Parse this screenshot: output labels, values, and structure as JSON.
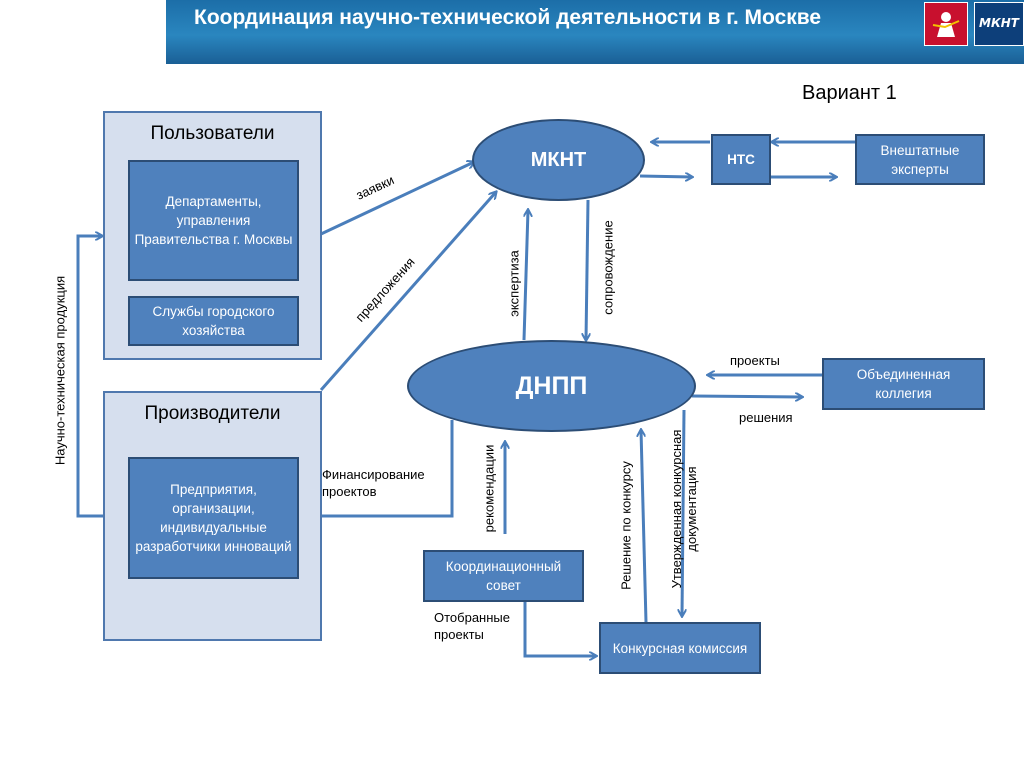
{
  "header": {
    "title": "Координация научно-технической деятельности в г. Москве",
    "logo_text": "МКНТ"
  },
  "variant": "Вариант 1",
  "groups": {
    "users": {
      "title": "Пользователи",
      "departments": "Департаменты, управления Правительства г. Москвы",
      "services": "Службы городского хозяйства"
    },
    "producers": {
      "title": "Производители",
      "enterprises": "Предприятия, организации, индивидуальные разработчики инноваций"
    }
  },
  "nodes": {
    "mknt": "МКНТ",
    "dnpp": "ДНПП",
    "nts": "НТС",
    "experts": "Внештатные эксперты",
    "collegium": "Объединенная коллегия",
    "council": "Координационный совет",
    "commission": "Конкурсная комиссия"
  },
  "labels": {
    "requests": "заявки",
    "proposals": "предложения",
    "products": "Научно-техническая продукция",
    "expertise": "экспертиза",
    "support": "сопровождение",
    "projects": "проекты",
    "decisions": "решения",
    "financing": "Финансирование проектов",
    "recommendations": "рекомендации",
    "selected": "Отобранные проекты",
    "competition_decision": "Решение по конкурсу",
    "approved_docs": "Утвержденная конкурсная документация"
  },
  "colors": {
    "box_fill": "#4f81bd",
    "box_border": "#2c4d75",
    "group_fill": "#d6dfee",
    "arrow": "#4a7ebb"
  }
}
